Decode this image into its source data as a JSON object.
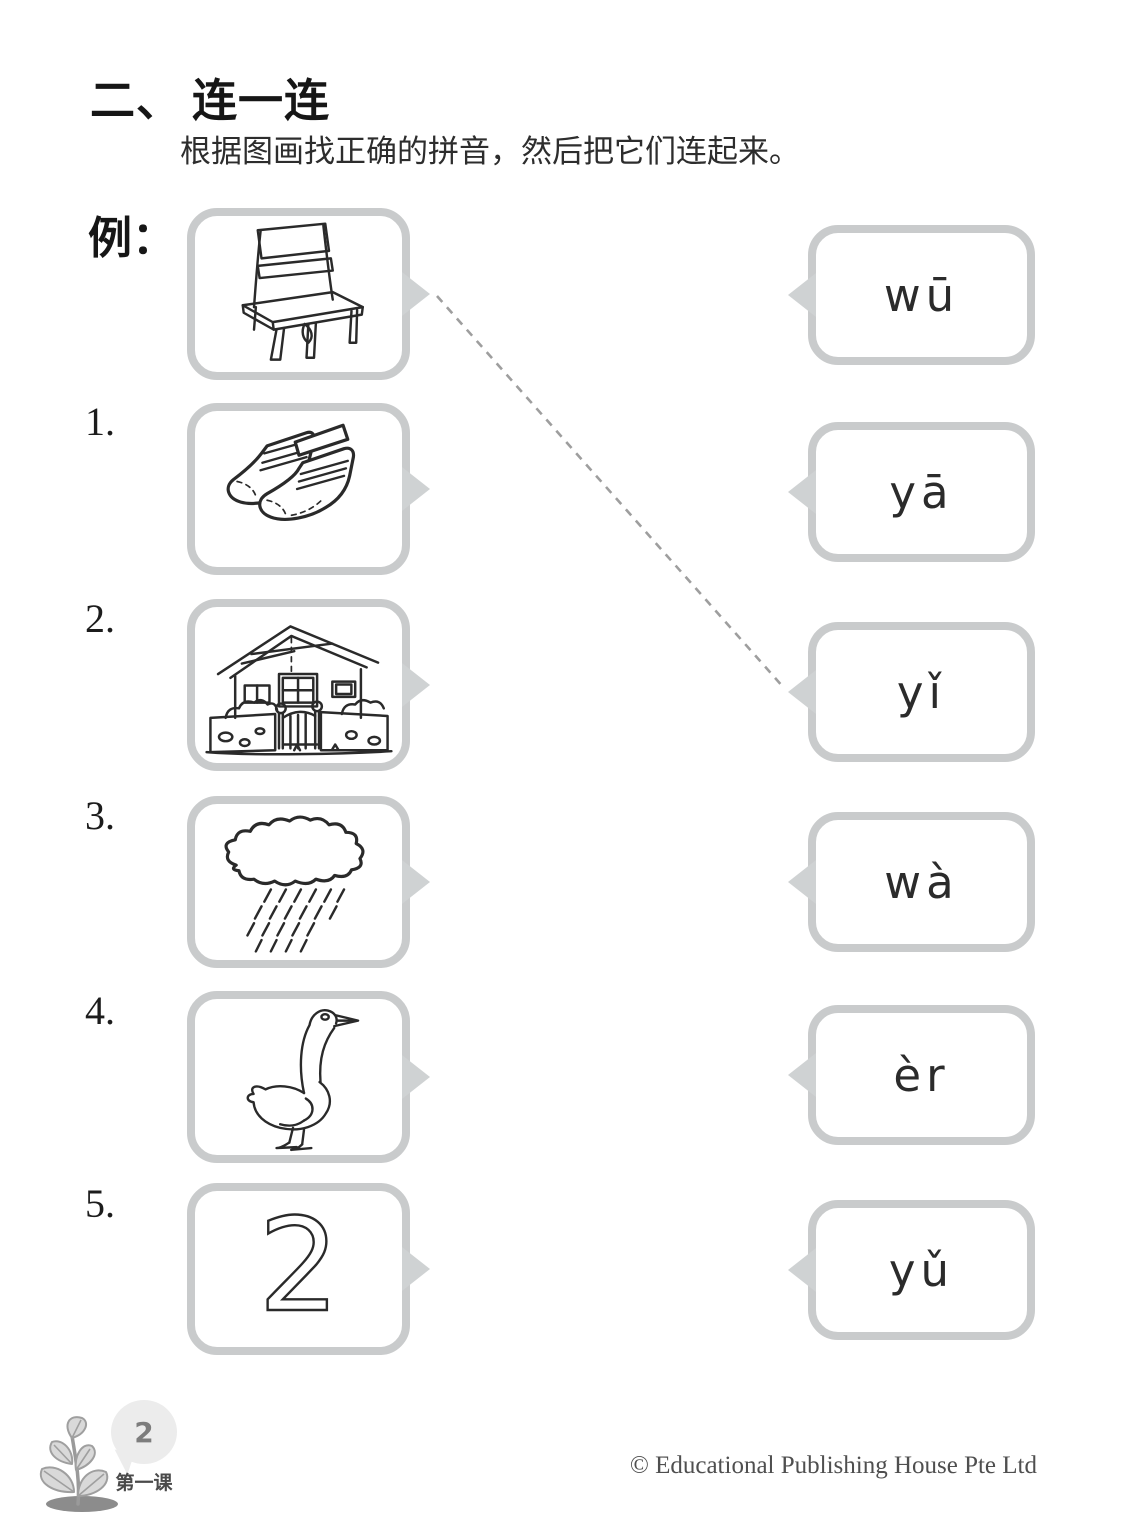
{
  "page": {
    "section_number": "二、",
    "section_title": "连一连",
    "instruction": "根据图画找正确的拼音，然后把它们连起来。",
    "example_label": "例："
  },
  "left_column": {
    "items": [
      {
        "number": "",
        "image": "chair"
      },
      {
        "number": "1.",
        "image": "socks"
      },
      {
        "number": "2.",
        "image": "house"
      },
      {
        "number": "3.",
        "image": "rain-cloud"
      },
      {
        "number": "4.",
        "image": "goose"
      },
      {
        "number": "5.",
        "image": "number-two",
        "image_text": "2"
      }
    ]
  },
  "right_column": {
    "options": [
      {
        "pinyin": "wū"
      },
      {
        "pinyin": "yā"
      },
      {
        "pinyin": "yǐ"
      },
      {
        "pinyin": "wà"
      },
      {
        "pinyin": "èr"
      },
      {
        "pinyin": "yǔ"
      }
    ]
  },
  "example_connection": {
    "from_image": "chair",
    "to_pinyin": "yǐ"
  },
  "footer": {
    "page_number": "2",
    "lesson_label": "第一课",
    "copyright": "© Educational Publishing House Pte Ltd"
  },
  "colors": {
    "box_border": "#c9cbcc",
    "pointer_gray": "#cfd2d3",
    "dashed_line": "#9e9e9e",
    "ink_black": "#2a2a2a",
    "footer_gray": "#7d7d7d"
  }
}
